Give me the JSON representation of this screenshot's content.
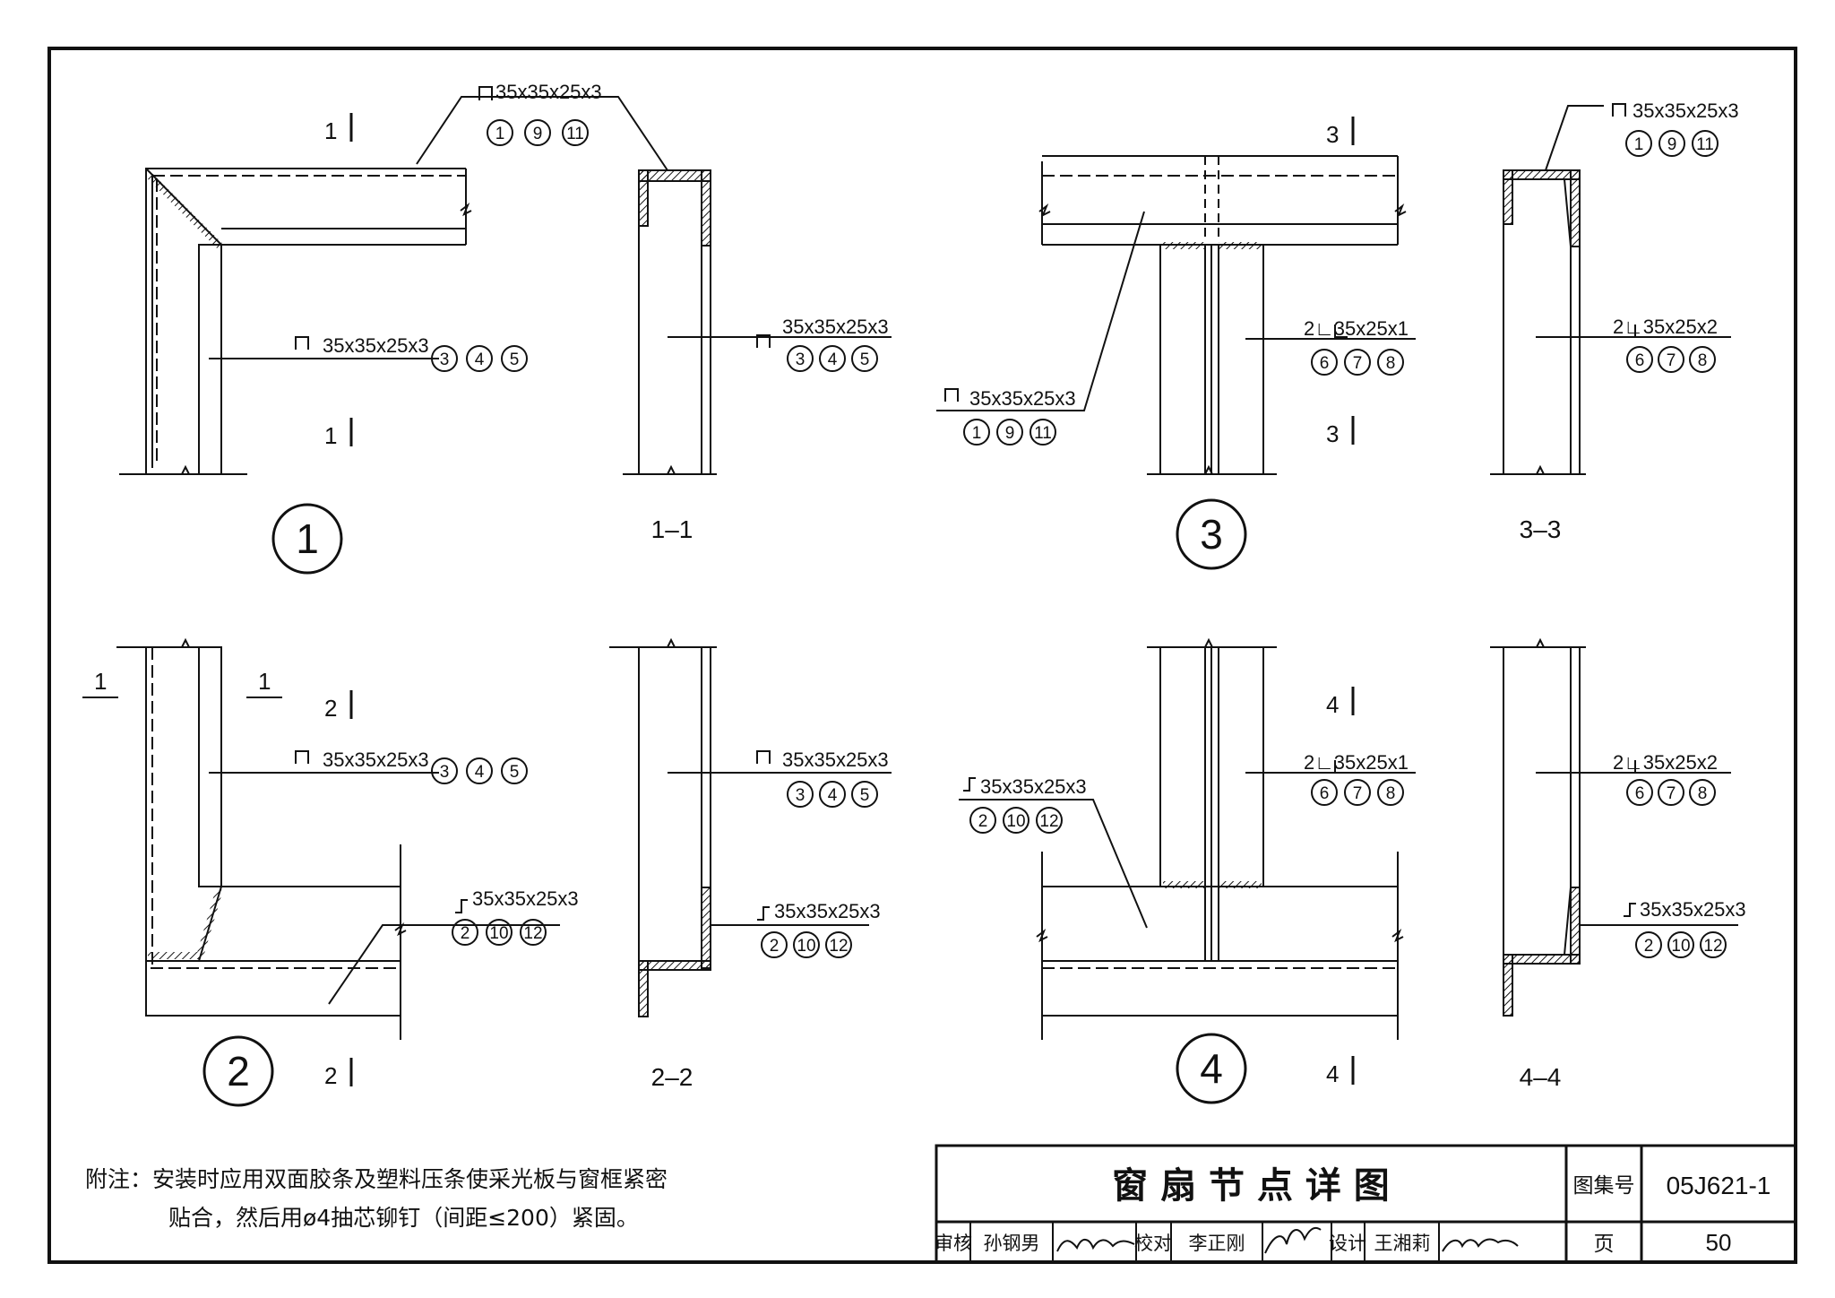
{
  "title": "窗 扇 节 点 详 图",
  "atlas_label": "图集号",
  "atlas_no": "05J621-1",
  "page_label": "页",
  "page_no": "50",
  "signoff": {
    "review_label": "审核",
    "review_name": "孙钢男",
    "check_label": "校对",
    "check_name": "李正刚",
    "design_label": "设计",
    "design_name": "王湘莉"
  },
  "note_line1": "附注：安装时应用双面胶条及塑料压条使采光板与窗框紧密",
  "note_line2": "贴合，然后用ø4抽芯铆钉（间距≤200）紧固。",
  "details": [
    {
      "number": "1"
    },
    {
      "number": "2"
    },
    {
      "number": "3"
    },
    {
      "number": "4"
    }
  ],
  "sections": [
    "1–1",
    "2–2",
    "3–3",
    "4–4"
  ],
  "section_marks": {
    "m1": "1",
    "m2": "2",
    "m3": "3",
    "m4": "4"
  },
  "profiles": {
    "channel": "35x35x25x3",
    "zee": "35x35x25x3",
    "angle1": "2∟35x25x1",
    "angle2": "2∟35x25x2"
  },
  "balloons": {
    "a": [
      "1",
      "9",
      "11"
    ],
    "b": [
      "3",
      "4",
      "5"
    ],
    "c": [
      "2",
      "10",
      "12"
    ],
    "d": [
      "6",
      "7",
      "8"
    ]
  },
  "colors": {
    "line": "#111111",
    "background": "#ffffff"
  }
}
